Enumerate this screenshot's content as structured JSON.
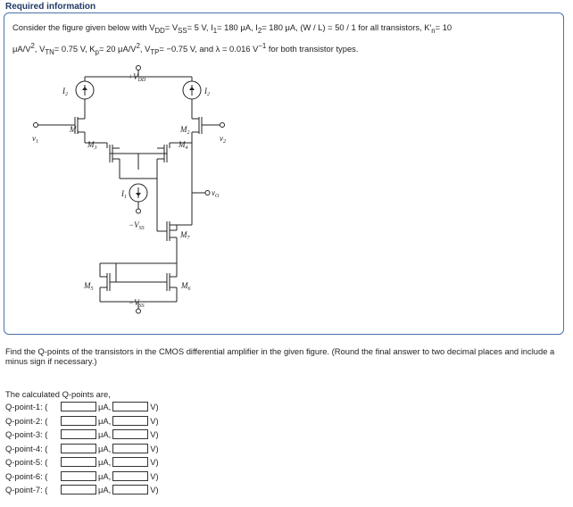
{
  "header": {
    "title": "Required information"
  },
  "statement": {
    "line1": "Consider the figure given below with V",
    "vdd_sub": "DD",
    "eq1": "= V",
    "vss_sub": "SS",
    "rest1": "= 5 V, I",
    "i1_sub": "1",
    "rest2": "= 180 μA, I",
    "i2_sub": "2",
    "rest3": "= 180 μA, (W / L) = 50 / 1 for all transistors, K′",
    "kn_sub": "n",
    "rest4": "= 10",
    "line2a": "μA/V",
    "sq1": "2",
    "line2b": ", V",
    "vtn_sub": "TN",
    "line2c": "= 0.75 V, K",
    "kp_sub": "p",
    "line2d": "= 20 μA/V",
    "sq2": "2",
    "line2e": ", V",
    "vtp_sub": "TP",
    "line2f": "= −0.75 V, and λ = 0.016 V",
    "inv": "−1",
    "line2g": " for both transistor types."
  },
  "circuit": {
    "vdd": "+V",
    "vdd_sub": "DD",
    "i2": "I",
    "i2_sub": "2",
    "i2_left": "I",
    "i2_left_sub": "2",
    "m1": "M",
    "m1_sub": "1",
    "m2": "M",
    "m2_sub": "2",
    "m3": "M",
    "m3_sub": "3",
    "m4": "M",
    "m4_sub": "4",
    "m5": "M",
    "m5_sub": "5",
    "m6": "M",
    "m6_sub": "6",
    "m7": "M",
    "m7_sub": "7",
    "v1": "v",
    "v1_sub": "1",
    "v2": "v",
    "v2_sub": "2",
    "vo": "v",
    "vo_sub": "O",
    "i1": "I",
    "i1_sub": "1",
    "vss1": "−V",
    "vss1_sub": "SS",
    "vss2": "−V",
    "vss2_sub": "SS"
  },
  "question": {
    "text": "Find the Q-points of the transistors in the CMOS differential amplifier in the given figure. (Round the final answer to two decimal places and include a minus sign if necessary.)",
    "calc_label": "The calculated Q-points are,",
    "rows": [
      {
        "label": "Q-point-1: (",
        "unit": "μA,",
        "close": "V)",
        "current": "",
        "voltage": ""
      },
      {
        "label": "Q-point-2: (",
        "unit": "μA,",
        "close": "V)",
        "current": "",
        "voltage": ""
      },
      {
        "label": "Q-point-3: (",
        "unit": "μA,",
        "close": "V)",
        "current": "",
        "voltage": ""
      },
      {
        "label": "Q-point-4: (",
        "unit": "μA,",
        "close": "V)",
        "current": "",
        "voltage": ""
      },
      {
        "label": "Q-point-5: (",
        "unit": "μA,",
        "close": "V)",
        "current": "",
        "voltage": ""
      },
      {
        "label": "Q-point-6: (",
        "unit": "μA,",
        "close": "V)",
        "current": "",
        "voltage": ""
      },
      {
        "label": "Q-point-7: (",
        "unit": "μA,",
        "close": "V)",
        "current": "",
        "voltage": ""
      }
    ]
  }
}
